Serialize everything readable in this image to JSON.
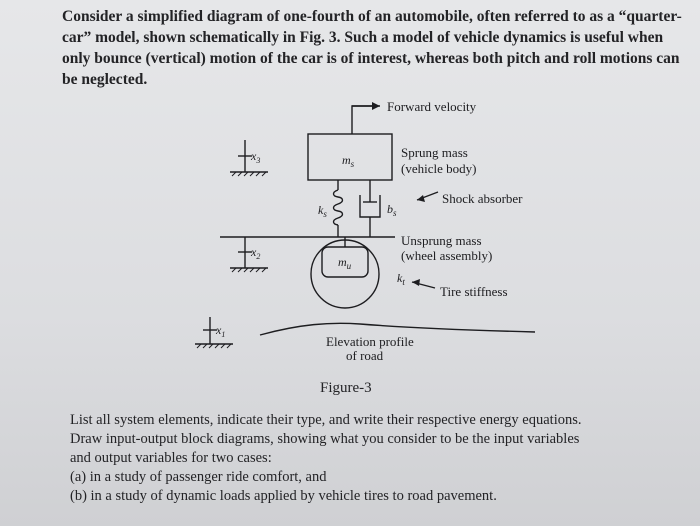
{
  "intro_text": "Consider a simplified diagram of one-fourth of an automobile, often referred to as a “quarter-car” model, shown schematically in Fig. 3. Such a model of vehicle dynamics is useful when only bounce (vertical) motion of the car is of interest, whereas both pitch and roll motions can be neglected.",
  "diagram": {
    "forward_velocity": "Forward velocity",
    "sprung_mass_line1": "Sprung mass",
    "sprung_mass_line2": "(vehicle body)",
    "shock_absorber": "Shock absorber",
    "unsprung_mass_line1": "Unsprung mass",
    "unsprung_mass_line2": "(wheel assembly)",
    "tire_stiffness": "Tire stiffness",
    "elevation_line1": "Elevation profile",
    "elevation_line2": "of road",
    "m_s": "m",
    "m_s_sub": "s",
    "m_u": "m",
    "m_u_sub": "u",
    "k_s": "k",
    "k_s_sub": "s",
    "b_s": "b",
    "b_s_sub": "s",
    "k_t": "k",
    "k_t_sub": "t",
    "x3": "x",
    "x3_sub": "3",
    "x2": "x",
    "x2_sub": "2",
    "x1": "x",
    "x1_sub": "1"
  },
  "figure_caption": "Figure-3",
  "questions": {
    "line1": "List all system elements, indicate their type, and write their respective energy equations.",
    "line2": "Draw input-output block diagrams, showing what you consider to be the input variables",
    "line3": "and output variables for two cases:",
    "item_a": "(a) in a study of passenger ride comfort, and",
    "item_b": "(b) in a study of dynamic loads applied by vehicle tires to road pavement."
  }
}
